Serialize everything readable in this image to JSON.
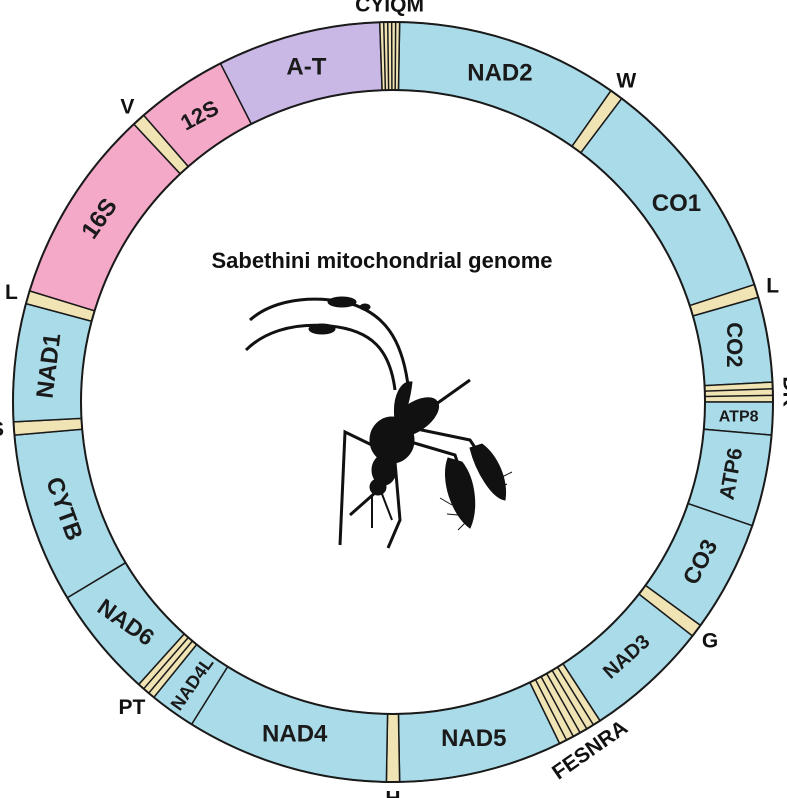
{
  "title": "Sabethini mitochondrial genome",
  "colors": {
    "protein": "#a9dbe8",
    "rrna": "#f4a9c8",
    "control": "#c9b8e6",
    "trna": "#f1e4b4",
    "outline": "#1a1a1a",
    "mosquito": "#111111"
  },
  "segments": [
    {
      "name": "NAD2",
      "type": "protein"
    },
    {
      "name": "W",
      "type": "trna"
    },
    {
      "name": "CO1",
      "type": "protein"
    },
    {
      "name": "L",
      "type": "trna"
    },
    {
      "name": "CO2",
      "type": "protein"
    },
    {
      "name": "DK",
      "type": "trna"
    },
    {
      "name": "ATP8",
      "type": "protein"
    },
    {
      "name": "ATP6",
      "type": "protein"
    },
    {
      "name": "CO3",
      "type": "protein"
    },
    {
      "name": "G",
      "type": "trna"
    },
    {
      "name": "NAD3",
      "type": "protein"
    },
    {
      "name": "FESNRA",
      "type": "trna"
    },
    {
      "name": "NAD5",
      "type": "protein"
    },
    {
      "name": "H",
      "type": "trna"
    },
    {
      "name": "NAD4",
      "type": "protein"
    },
    {
      "name": "NAD4L",
      "type": "protein"
    },
    {
      "name": "PT",
      "type": "trna"
    },
    {
      "name": "NAD6",
      "type": "protein"
    },
    {
      "name": "CYTB",
      "type": "protein"
    },
    {
      "name": "S",
      "type": "trna"
    },
    {
      "name": "NAD1",
      "type": "protein"
    },
    {
      "name": "L",
      "type": "trna"
    },
    {
      "name": "16S",
      "type": "rrna"
    },
    {
      "name": "V",
      "type": "trna"
    },
    {
      "name": "12S",
      "type": "rrna"
    },
    {
      "name": "A-T",
      "type": "control"
    },
    {
      "name": "CYIQM",
      "type": "trna"
    }
  ]
}
